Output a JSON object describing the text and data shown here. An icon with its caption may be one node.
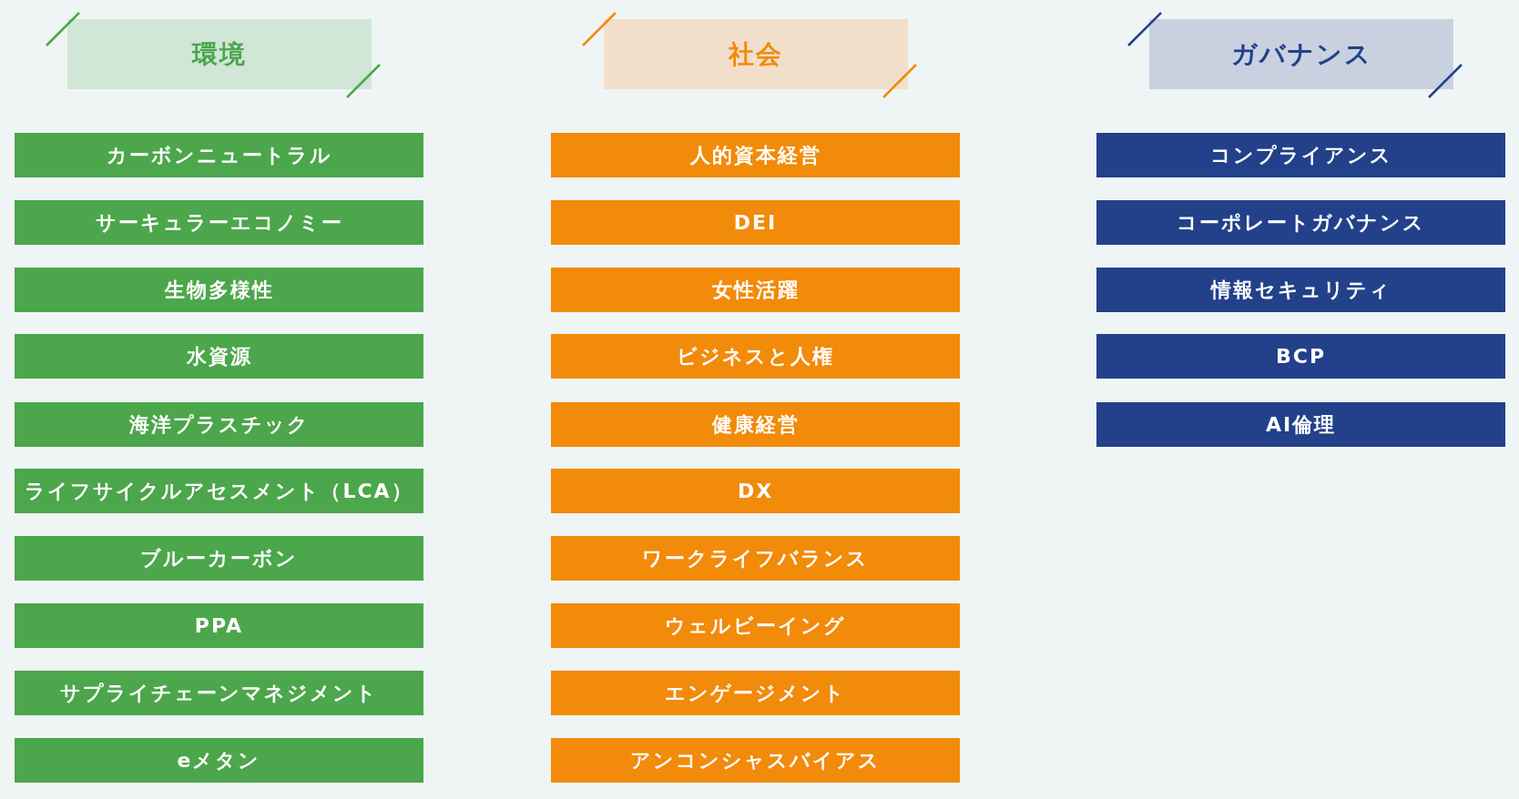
{
  "diagram": {
    "nodes": [
      {
        "text": [
          "環境"
        ]
      },
      {
        "text": [
          "カーボンニュートラル"
        ]
      },
      {
        "text": [
          "サーキュラーエコノミー"
        ]
      },
      {
        "text": [
          "生物多様性"
        ]
      },
      {
        "text": [
          "水資源"
        ]
      },
      {
        "text": [
          "海洋プラスチック"
        ]
      },
      {
        "text": [
          "ライフサイクルアセスメント（LCA）"
        ]
      },
      {
        "text": [
          "ブルーカーボン"
        ]
      },
      {
        "text": [
          "PPA"
        ]
      },
      {
        "text": [
          "サプライチェーンマネジメント"
        ]
      },
      {
        "text": [
          "eメタン"
        ]
      },
      {
        "text": [
          "社会"
        ]
      },
      {
        "text": [
          "人的資本経営"
        ]
      },
      {
        "text": [
          "DEI"
        ]
      },
      {
        "text": [
          "女性活躍"
        ]
      },
      {
        "text": [
          "ビジネスと人権"
        ]
      },
      {
        "text": [
          "健康経営"
        ]
      },
      {
        "text": [
          "DX"
        ]
      },
      {
        "text": [
          "ワークライフバランス"
        ]
      },
      {
        "text": [
          "ウェルビーイング"
        ]
      },
      {
        "text": [
          "エンゲージメント"
        ]
      },
      {
        "text": [
          "アンコンシャスバイアス"
        ]
      },
      {
        "text": [
          "ガバナンス"
        ]
      },
      {
        "text": [
          "コンプライアンス"
        ]
      },
      {
        "text": [
          "コーポレートガバナンス"
        ]
      },
      {
        "text": [
          "情報セキュリティ"
        ]
      },
      {
        "text": [
          "BCP"
        ]
      },
      {
        "text": [
          "AI倫理"
        ]
      }
    ]
  }
}
